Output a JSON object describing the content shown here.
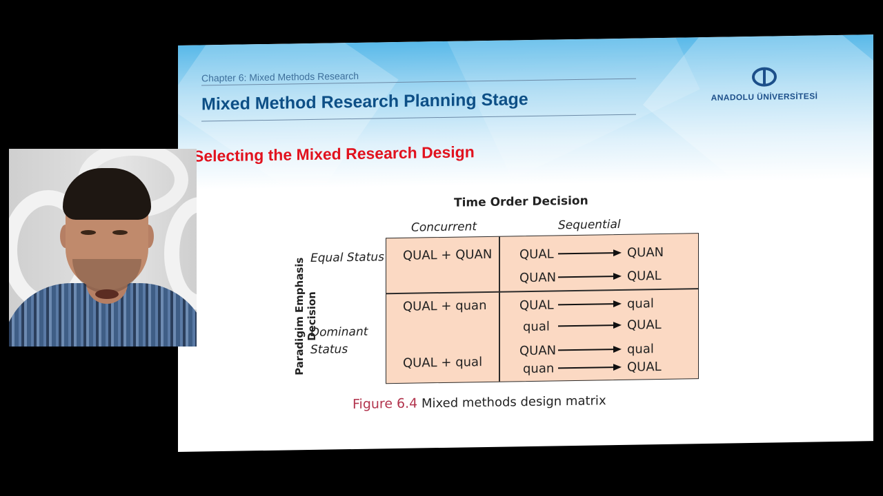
{
  "slide": {
    "chapter": "Chapter 6: Mixed Methods Research",
    "title": "Mixed Method Research Planning Stage",
    "logo_text": "ANADOLU ÜNİVERSİTESİ",
    "section_title": "Selecting the Mixed Research Design"
  },
  "figure": {
    "time_order_title": "Time Order Decision",
    "columns": [
      "Concurrent",
      "Sequential"
    ],
    "paradigm_label": "Paradigim Emphasis Decision",
    "rows": [
      "Equal Status",
      "Dominant Status"
    ],
    "concurrent_cells": [
      "QUAL + QUAN",
      "QUAL + quan",
      "QUAL + qual"
    ],
    "sequential_cells": [
      {
        "from": "QUAL",
        "to": "QUAN"
      },
      {
        "from": "QUAN",
        "to": "QUAL"
      },
      {
        "from": "QUAL",
        "to": "qual"
      },
      {
        "from": "qual",
        "to": "QUAL"
      },
      {
        "from": "QUAN",
        "to": "qual"
      },
      {
        "from": "quan",
        "to": "QUAL"
      }
    ],
    "caption_number": "Figure 6.4",
    "caption_text": "Mixed methods design matrix"
  },
  "colors": {
    "title_blue": "#0d4f86",
    "section_red": "#e1121e",
    "matrix_fill": "#fbd9c3",
    "caption_accent": "#b2344d"
  }
}
